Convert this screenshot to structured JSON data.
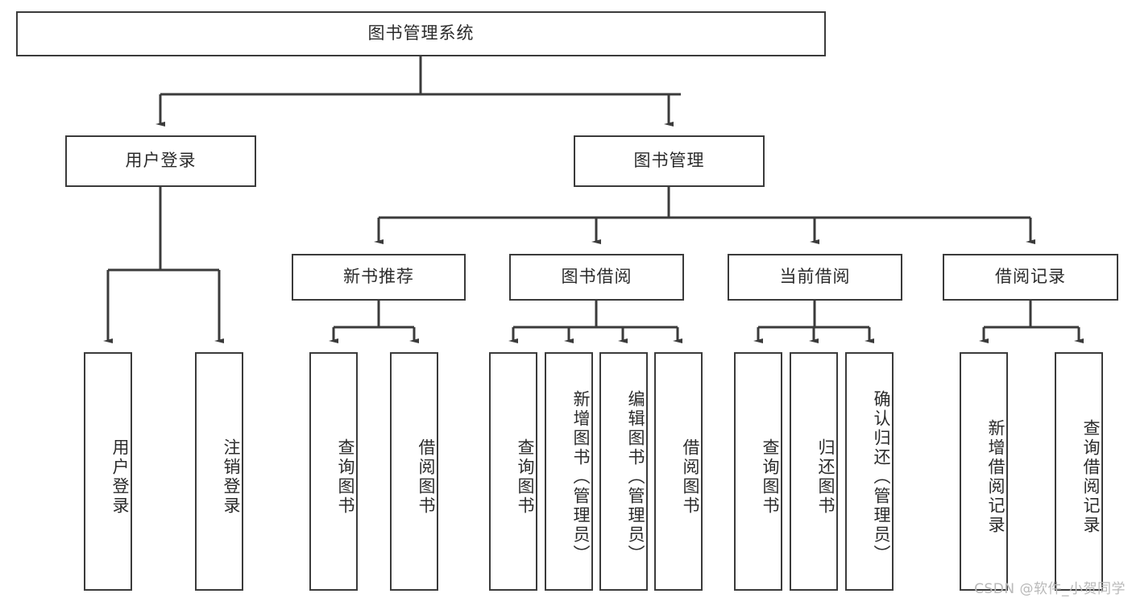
{
  "diagram": {
    "title": "图书管理系统",
    "type": "tree-hierarchy-diagram",
    "root": {
      "label": "图书管理系统"
    },
    "level2": [
      {
        "id": "user-login",
        "label": "用户登录"
      },
      {
        "id": "book-management",
        "label": "图书管理"
      }
    ],
    "level3": [
      {
        "id": "new-book-recommend",
        "label": "新书推荐",
        "parent": "book-management"
      },
      {
        "id": "book-borrow",
        "label": "图书借阅",
        "parent": "book-management"
      },
      {
        "id": "current-borrow",
        "label": "当前借阅",
        "parent": "book-management"
      },
      {
        "id": "borrow-record",
        "label": "借阅记录",
        "parent": "book-management"
      }
    ],
    "leaves": {
      "user_login": [
        {
          "id": "leaf-user-login",
          "label": "用户登录"
        },
        {
          "id": "leaf-logout-login",
          "label": "注销登录"
        }
      ],
      "new_book_recommend": [
        {
          "id": "leaf-query-book-1",
          "label": "查询图书"
        },
        {
          "id": "leaf-borrow-book-1",
          "label": "借阅图书"
        }
      ],
      "book_borrow": [
        {
          "id": "leaf-query-book-2",
          "label": "查询图书"
        },
        {
          "id": "leaf-add-book",
          "label": "新增图书（管理员）"
        },
        {
          "id": "leaf-edit-book",
          "label": "编辑图书（管理员）"
        },
        {
          "id": "leaf-borrow-book-2",
          "label": "借阅图书"
        }
      ],
      "current_borrow": [
        {
          "id": "leaf-query-book-3",
          "label": "查询图书"
        },
        {
          "id": "leaf-return-book",
          "label": "归还图书"
        },
        {
          "id": "leaf-confirm-return",
          "label": "确认归还（管理员）"
        }
      ],
      "borrow_record": [
        {
          "id": "leaf-add-borrow-record",
          "label": "新增借阅记录"
        },
        {
          "id": "leaf-query-borrow-record",
          "label": "查询借阅记录"
        }
      ]
    },
    "watermark": "CSDN @软件_小贺同学",
    "colors": {
      "stroke": "#3b3b3b",
      "fill": "#ffffff",
      "text": "#2b2b2b",
      "watermark": "#b9b9b9"
    }
  }
}
